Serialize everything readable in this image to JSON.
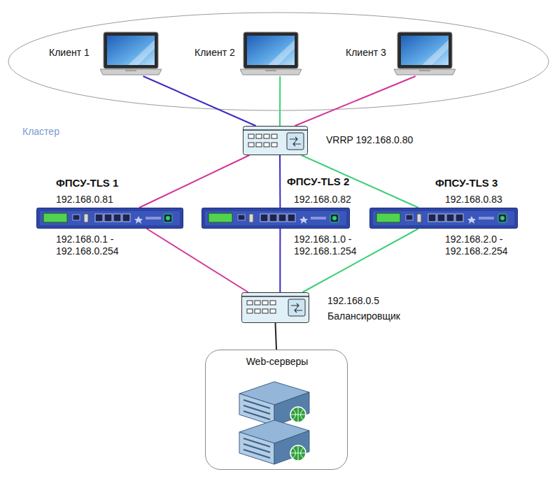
{
  "diagram": {
    "nodes": [
      {
        "text": [
          "Клиент 1"
        ]
      },
      {
        "text": [
          "Клиент 2"
        ]
      },
      {
        "text": [
          "Клиент 3"
        ]
      },
      {
        "text": [
          "Кластер"
        ]
      },
      {
        "text": [
          "VRRP 192.168.0.80"
        ],
        "in": 3
      },
      {
        "text": [
          "ФПСУ-TLS 1",
          "192.168.0.81",
          "192.168.0.1 - 192.168.0.254"
        ],
        "in": 3
      },
      {
        "text": [
          "ФПСУ-TLS 2",
          "192.168.0.82",
          "192.168.1.0 - 192.168.1.254"
        ],
        "in": 3
      },
      {
        "text": [
          "ФПСУ-TLS 3",
          "192.168.0.83",
          "192.168.2.0 - 192.168.2.254"
        ],
        "in": 3
      },
      {
        "text": [
          "192.168.0.5",
          "Балансировщик"
        ]
      },
      {
        "text": [
          "Web-серверы"
        ]
      }
    ],
    "edges": [
      {
        "from": 0,
        "to": 4,
        "arrow": "none"
      },
      {
        "from": 1,
        "to": 4,
        "arrow": "none"
      },
      {
        "from": 2,
        "to": 4,
        "arrow": "none"
      },
      {
        "from": 4,
        "to": 5,
        "arrow": "none"
      },
      {
        "from": 4,
        "to": 6,
        "arrow": "none"
      },
      {
        "from": 4,
        "to": 7,
        "arrow": "none"
      },
      {
        "from": 5,
        "to": 8,
        "arrow": "none"
      },
      {
        "from": 6,
        "to": 8,
        "arrow": "none"
      },
      {
        "from": 7,
        "to": 8,
        "arrow": "none"
      },
      {
        "from": 8,
        "to": 9,
        "arrow": "none"
      }
    ]
  }
}
